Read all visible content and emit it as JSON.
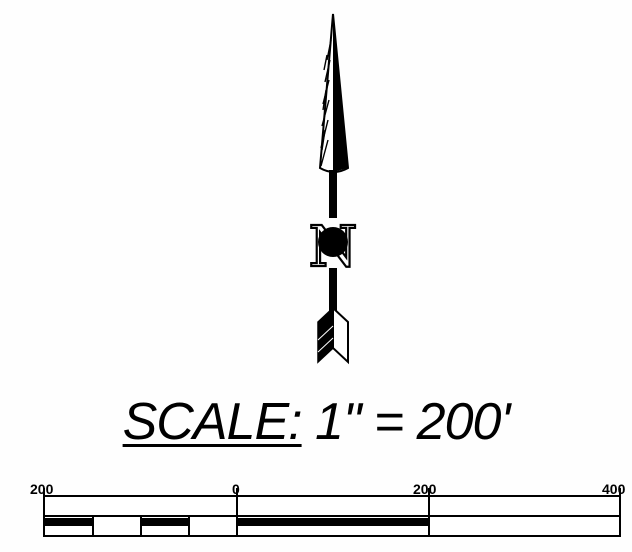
{
  "scale": {
    "label_prefix": "SCALE:",
    "label_value": " 1\" = 200'",
    "ticks": [
      {
        "value": "200"
      },
      {
        "value": "0"
      },
      {
        "value": "200"
      },
      {
        "value": "400"
      }
    ]
  },
  "north_arrow": {
    "letter": "N"
  },
  "colors": {
    "ink": "#000000",
    "paper": "#fefefe"
  }
}
